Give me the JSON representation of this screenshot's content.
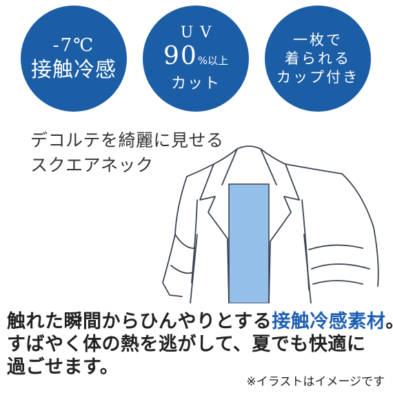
{
  "colors": {
    "badge_blue": "#1c5ea6",
    "inner_fabric": "#93bfe8",
    "highlight": "#1e5fb3"
  },
  "badges": [
    {
      "lines": [
        "-7℃",
        "接触冷感"
      ]
    },
    {
      "line1": "UV",
      "line2_big": "90",
      "line2_small": "%以上",
      "line3": "カット"
    },
    {
      "lines": [
        "一枚で",
        "着られる",
        "カップ付き"
      ]
    }
  ],
  "caption": {
    "line1": "デコルテを綺麗に見せる",
    "line2": "スクエアネック"
  },
  "illustration": {
    "icon": "jacket-with-camisole-illustration"
  },
  "description": {
    "line1_pre": "触れた瞬間からひんやりとする",
    "line1_highlight": "接触冷感素材",
    "line1_post": "。",
    "line2": "すばやく体の熱を逃がして、夏でも快適に",
    "line3": "過ごせます。"
  },
  "note": "※イラストはイメージです"
}
